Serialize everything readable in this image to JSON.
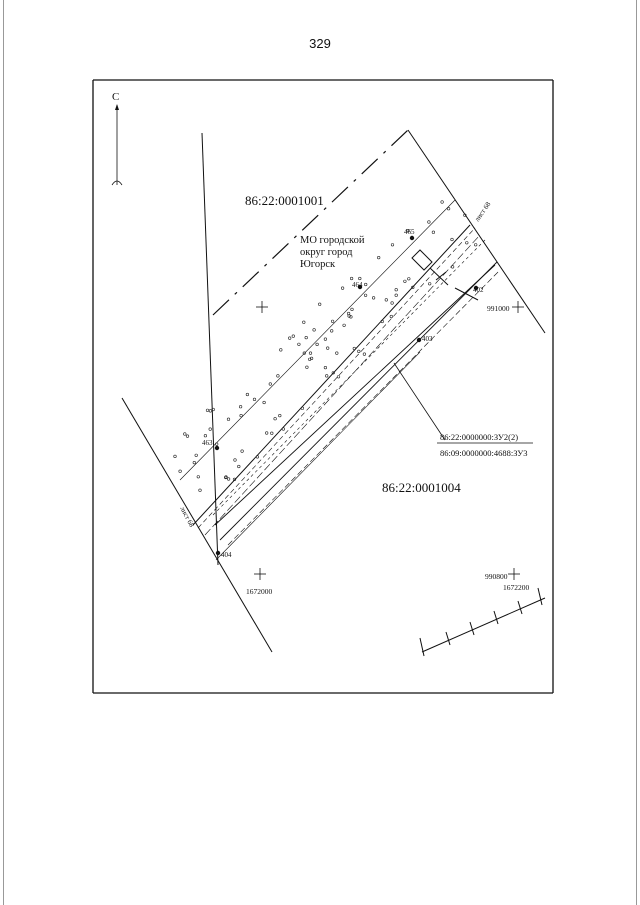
{
  "page_number": "329",
  "north_label": "С",
  "parcel_north": "86:22:0001001",
  "parcel_south": "86:22:0001004",
  "municipality": [
    "МО городской",
    "округ город",
    "Югорск"
  ],
  "land_plot_top": "86:22:0000000:ЗУ2(2)",
  "land_plot_bottom": "86:09:0000000:4688:ЗУ3",
  "sheet_ref": "лист 68",
  "points": {
    "p463": "463",
    "p464": "464",
    "p465": "465",
    "p402": "402",
    "p403": "403",
    "p404": "404"
  },
  "grid": {
    "top_right_x": "991000",
    "bottom_left_y": "1672000",
    "bottom_right_x": "990800",
    "bottom_right_y": "1672200"
  }
}
